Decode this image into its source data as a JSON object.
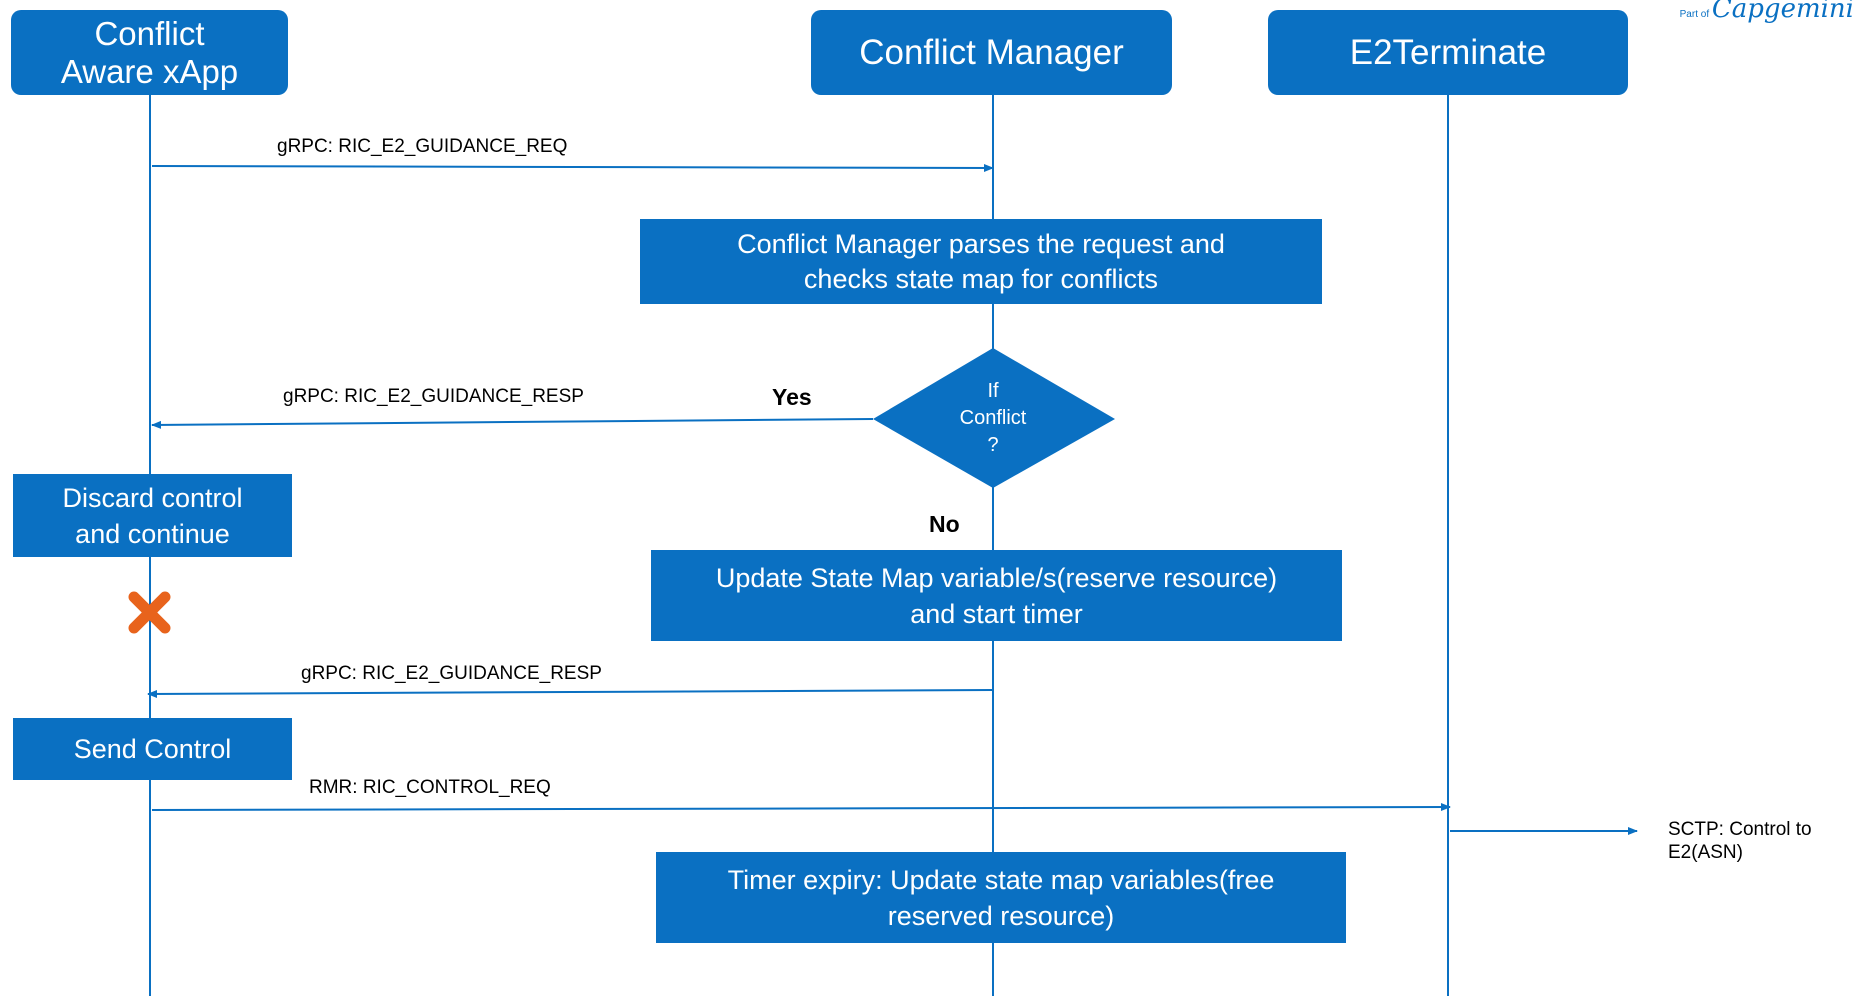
{
  "logo": {
    "small": "Part of",
    "brand": "Capgemini"
  },
  "participants": {
    "xapp": "Conflict\nAware xApp",
    "conflict_manager": "Conflict Manager",
    "e2term": "E2Terminate"
  },
  "messages": {
    "guidance_req": "gRPC: RIC_E2_GUIDANCE_REQ",
    "guidance_resp_yes": "gRPC: RIC_E2_GUIDANCE_RESP",
    "guidance_resp_no": "gRPC: RIC_E2_GUIDANCE_RESP",
    "control_req": "RMR: RIC_CONTROL_REQ",
    "sctp": "SCTP: Control to\nE2(ASN)"
  },
  "processes": {
    "parse": "Conflict Manager parses the request and\nchecks state map for conflicts",
    "update": "Update State Map variable/s(reserve resource)\nand start timer",
    "timer": "Timer expiry: Update state map variables(free\nreserved resource)"
  },
  "decision": {
    "question": "If\nConflict\n?",
    "yes": "Yes",
    "no": "No"
  },
  "actions": {
    "discard": "Discard control\nand continue",
    "send": "Send Control"
  },
  "colors": {
    "box": "#0a70c2",
    "line": "#0a70c2",
    "cross": "#e8631c"
  }
}
